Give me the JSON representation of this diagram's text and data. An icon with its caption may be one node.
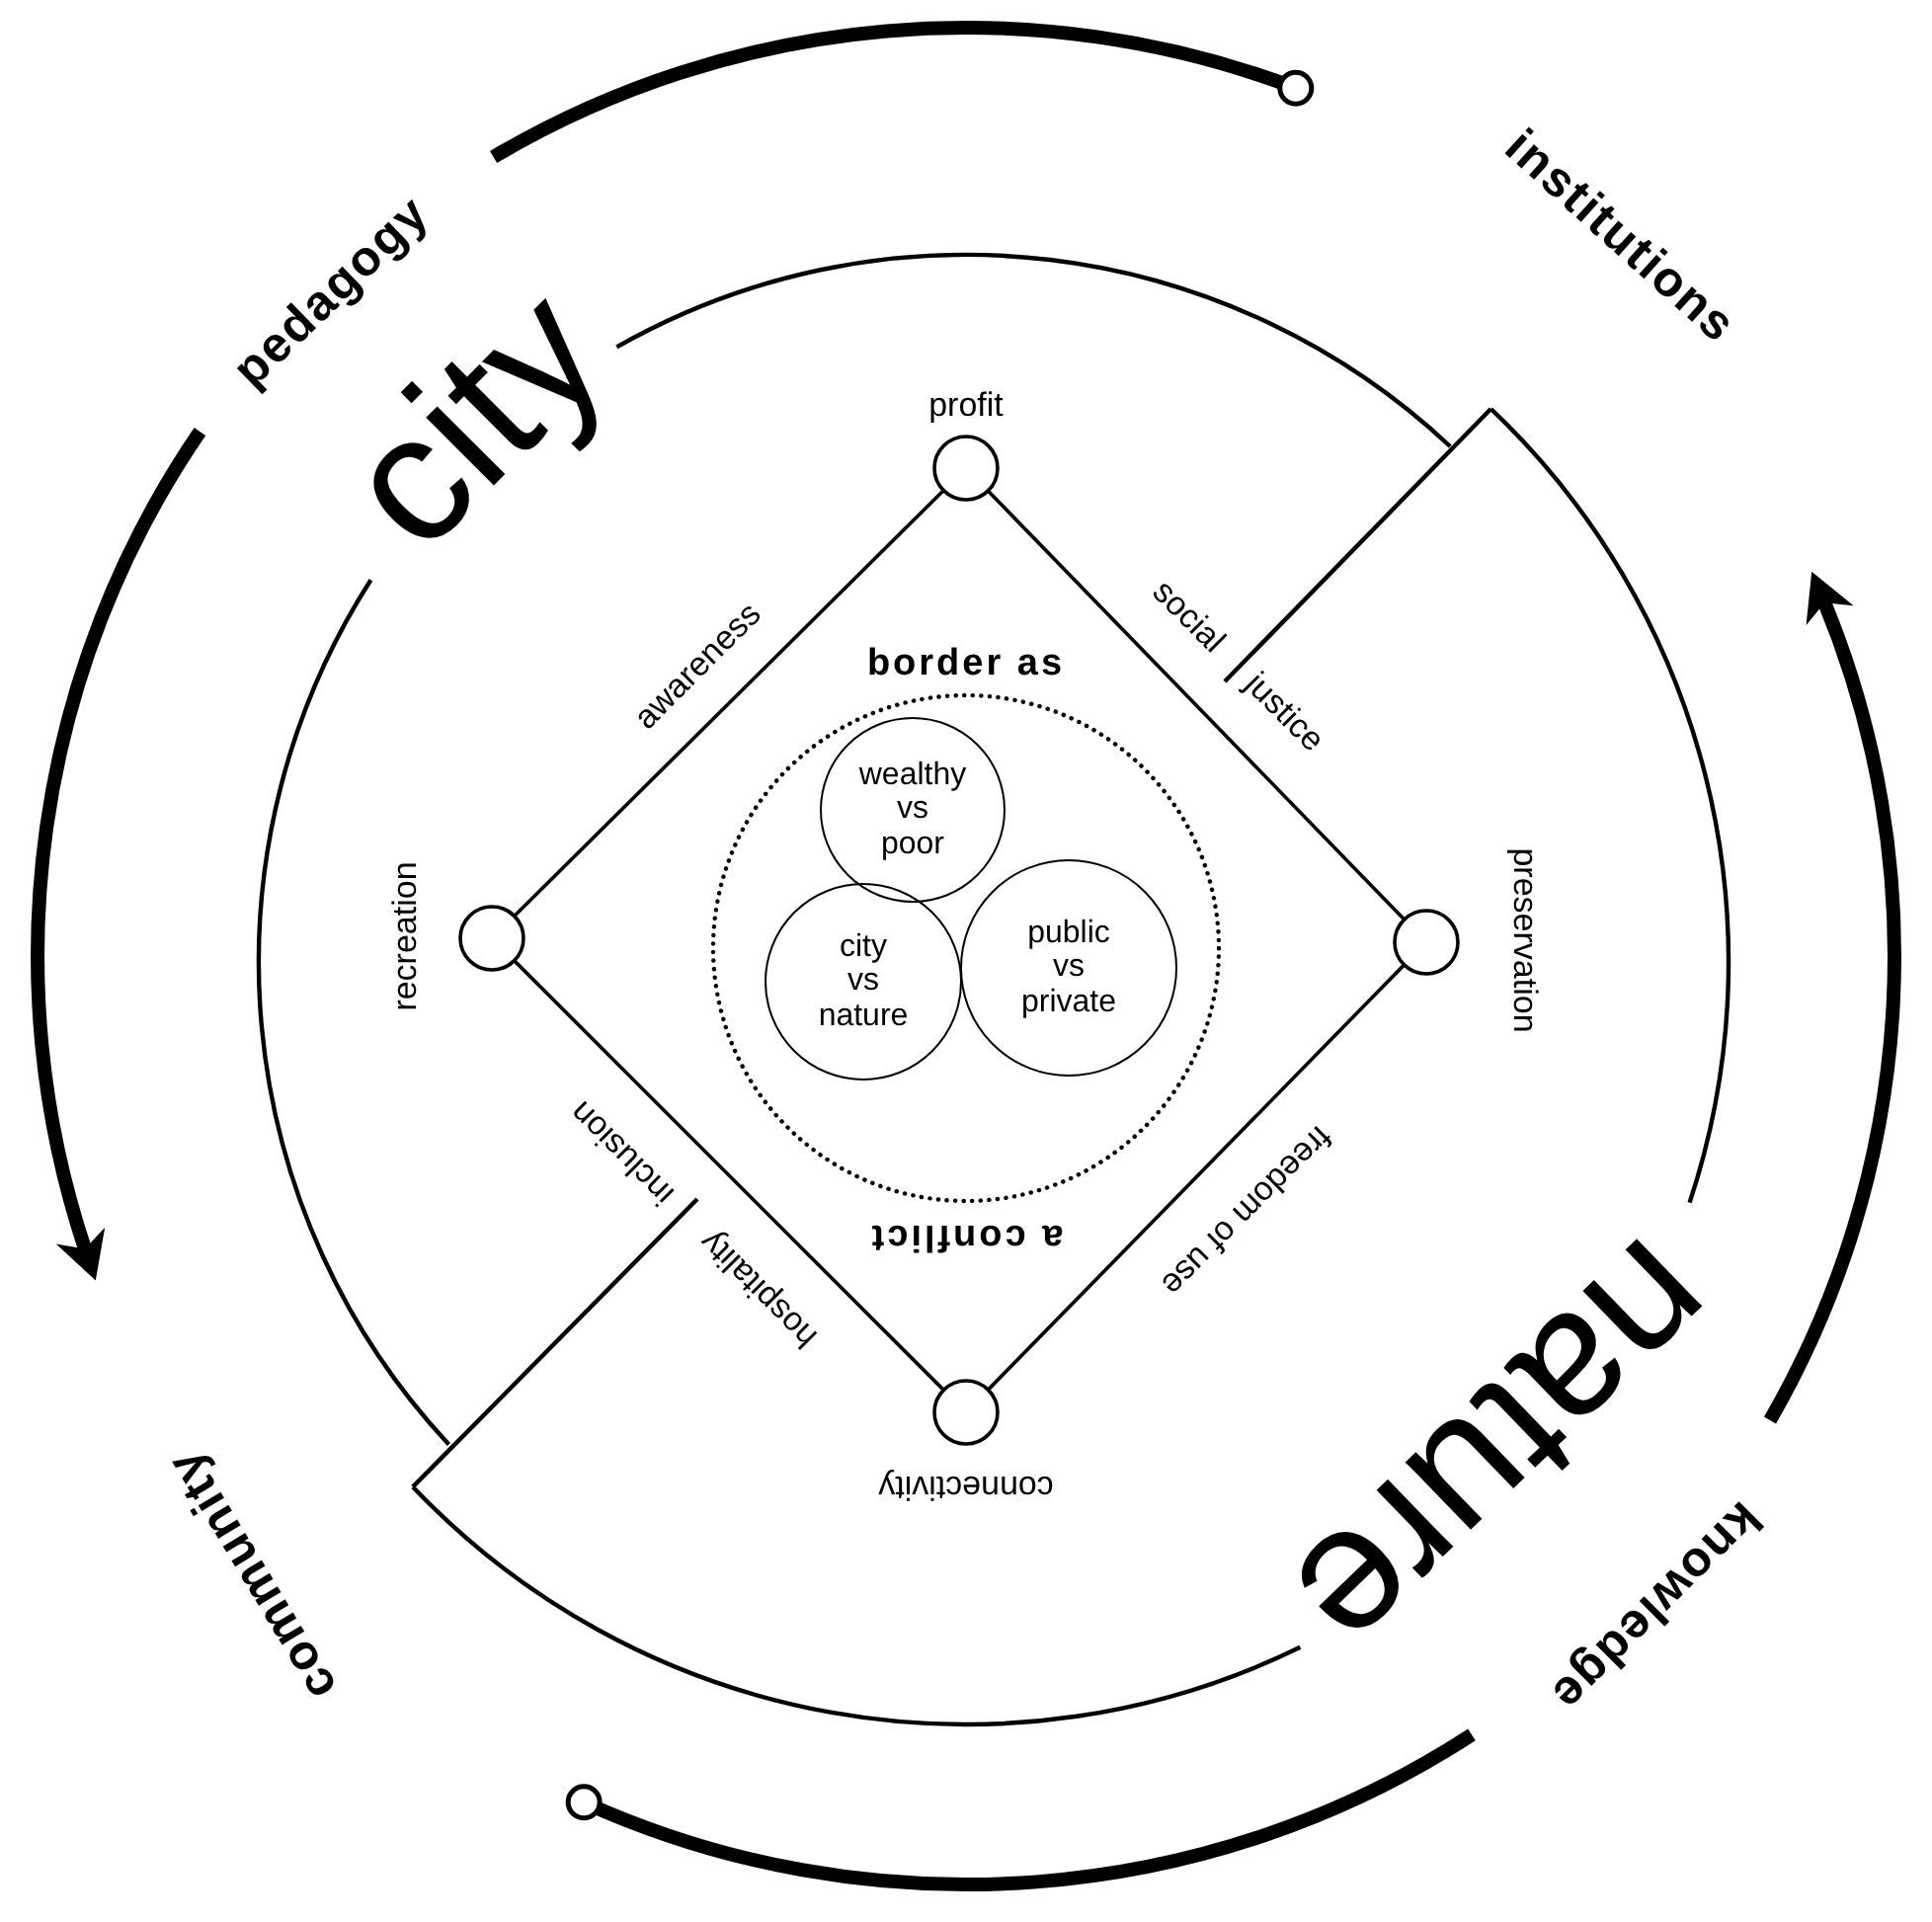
{
  "diagram": {
    "nodes": [
      {
        "text": [
          "profit"
        ]
      },
      {
        "text": [
          "preservation"
        ]
      },
      {
        "text": [
          "connectivity"
        ]
      },
      {
        "text": [
          "recreation"
        ]
      },
      {
        "text": [
          "border as",
          "a conflict"
        ]
      },
      {
        "text": [
          "wealthy vs poor"
        ],
        "in": 4
      },
      {
        "text": [
          "public vs private"
        ],
        "in": 4
      },
      {
        "text": [
          "city vs nature"
        ],
        "in": 4
      }
    ],
    "edges": [
      {
        "from": 0,
        "to": 1,
        "arrow": "none",
        "label": "social justice"
      },
      {
        "from": 1,
        "to": 2,
        "arrow": "none",
        "label": "freedom of use"
      },
      {
        "from": 2,
        "to": 3,
        "arrow": "none",
        "label": "hospitality inclusion"
      },
      {
        "from": 3,
        "to": 0,
        "arrow": "none",
        "label": "awareness"
      }
    ],
    "labels": [
      "pedagogy",
      "institutions",
      "city",
      "community",
      "nature",
      "knowledge"
    ]
  }
}
